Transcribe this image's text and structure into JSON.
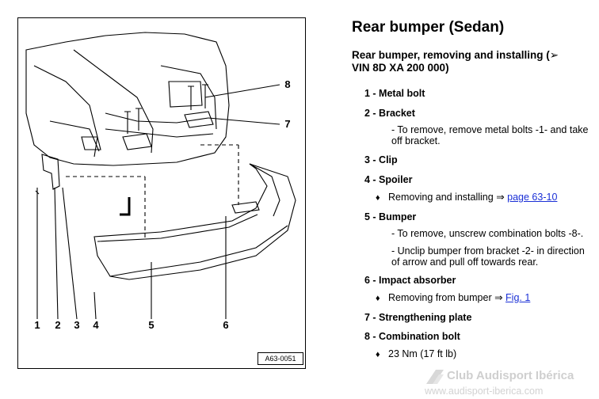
{
  "document": {
    "title": "Rear bumper (Sedan)",
    "subtitle_line1": "Rear bumper, removing and installing (",
    "subtitle_line2": "VIN 8D XA 200 000)",
    "items": [
      {
        "title": "1 - Metal bolt"
      },
      {
        "title": "2 - Bracket",
        "desc": [
          "- To remove, remove metal bolts -1- and take off bracket."
        ]
      },
      {
        "title": "3 - Clip"
      },
      {
        "title": "4 - Spoiler",
        "bullets": [
          {
            "text": "Removing and installing ⇒",
            "link": "page 63-10"
          }
        ]
      },
      {
        "title": "5 - Bumper",
        "desc": [
          "- To remove, unscrew combination bolts -8-.",
          "- Unclip bumper from bracket -2- in direction of arrow and pull off towards rear."
        ]
      },
      {
        "title": "6 - Impact absorber",
        "bullets": [
          {
            "text": "Removing from bumper ⇒",
            "link": "Fig. 1"
          }
        ]
      },
      {
        "title": "7 - Strengthening plate"
      },
      {
        "title": "8 - Combination bolt",
        "bullets": [
          {
            "text": "23 Nm (17 ft lb)"
          }
        ]
      }
    ]
  },
  "figure": {
    "code": "A63-0051",
    "callouts": [
      "1",
      "2",
      "3",
      "4",
      "5",
      "6",
      "7",
      "8"
    ]
  },
  "watermark": {
    "name": "Club Audisport Ibérica",
    "url": "www.audisport-iberica.com"
  }
}
